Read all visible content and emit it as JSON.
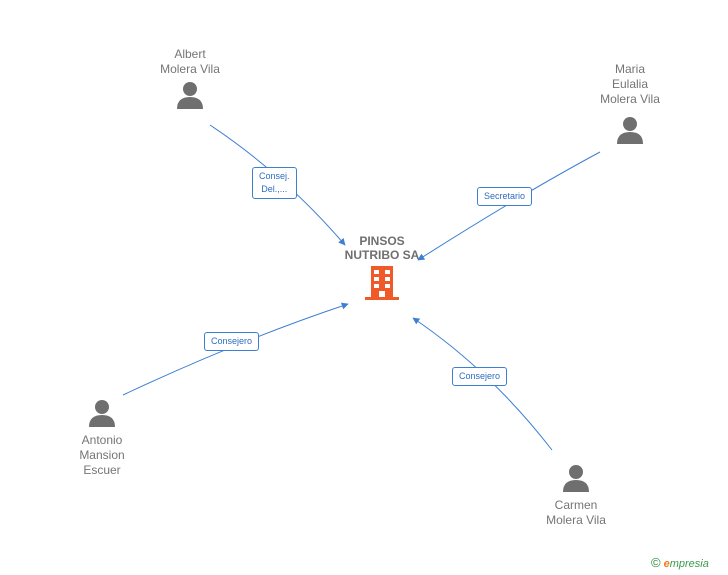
{
  "company": {
    "name_line1": "PINSOS",
    "name_line2": "NUTRIBO SA",
    "color": "#f05a28"
  },
  "persons": [
    {
      "id": "albert",
      "lines": [
        "Albert",
        "Molera Vila"
      ]
    },
    {
      "id": "maria",
      "lines": [
        "Maria",
        "Eulalia",
        "Molera Vila"
      ]
    },
    {
      "id": "antonio",
      "lines": [
        "Antonio",
        "Mansion",
        "Escuer"
      ]
    },
    {
      "id": "carmen",
      "lines": [
        "Carmen",
        "Molera Vila"
      ]
    }
  ],
  "relations": [
    {
      "id": "albert",
      "label_lines": [
        "Consej.",
        "Del.,..."
      ]
    },
    {
      "id": "maria",
      "label_lines": [
        "Secretario"
      ]
    },
    {
      "id": "antonio",
      "label_lines": [
        "Consejero"
      ]
    },
    {
      "id": "carmen",
      "label_lines": [
        "Consejero"
      ]
    }
  ],
  "footer": {
    "copyright": "©",
    "brand_first": "e",
    "brand_rest": "mpresia"
  },
  "colors": {
    "edge": "#3d7fd3",
    "person_icon": "#6f6f6f",
    "text": "#757575"
  }
}
